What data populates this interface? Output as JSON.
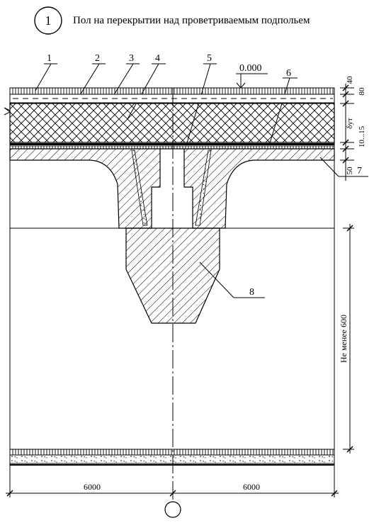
{
  "header": {
    "detail_number": "1",
    "title": "Пол на перекрытии над проветриваемым подпольем"
  },
  "leaders": {
    "items": [
      "1",
      "2",
      "3",
      "4",
      "5",
      "6",
      "7",
      "8"
    ]
  },
  "elevation": {
    "label": "0.000"
  },
  "dimensions": {
    "d40": "40",
    "d80": "80",
    "d_ut": "δут",
    "d10_15": "10...15",
    "d50": "50",
    "min_height": "Не менее 600",
    "span_left": "6000",
    "span_right": "6000"
  },
  "colors": {
    "line": "#000000",
    "background": "#ffffff"
  }
}
